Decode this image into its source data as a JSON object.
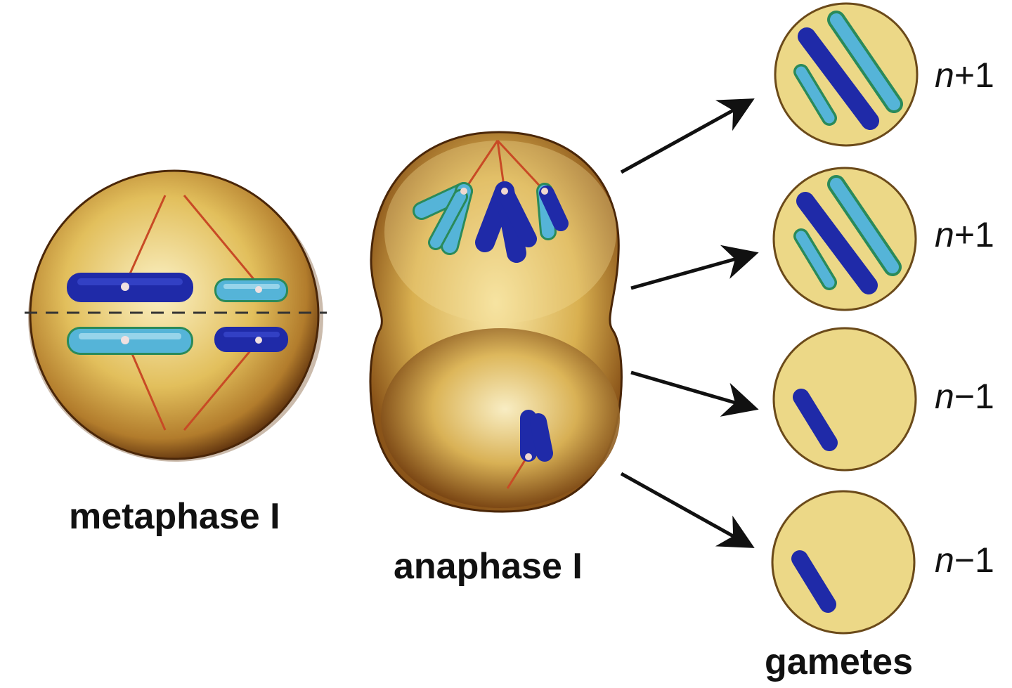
{
  "labels": {
    "metaphase": "metaphase I",
    "anaphase": "anaphase I",
    "gametes": "gametes"
  },
  "gametes": [
    {
      "n": "n",
      "op": "+",
      "num": "1"
    },
    {
      "n": "n",
      "op": "+",
      "num": "1"
    },
    {
      "n": "n",
      "op": "−",
      "num": "1"
    },
    {
      "n": "n",
      "op": "−",
      "num": "1"
    }
  ],
  "colors": {
    "cell_fill": "#e2bf5c",
    "cell_edge": "#6b3b12",
    "gamete_fill": "#ecd887",
    "chromosome_dark": "#1f2aa8",
    "chromosome_light": "#55b4d8",
    "chromosome_rim": "#2a8a5a",
    "spindle": "#c84a25",
    "arrow": "#111111"
  },
  "icons": [
    "metaphase-cell",
    "anaphase-cell",
    "gamete-cell",
    "arrow"
  ]
}
